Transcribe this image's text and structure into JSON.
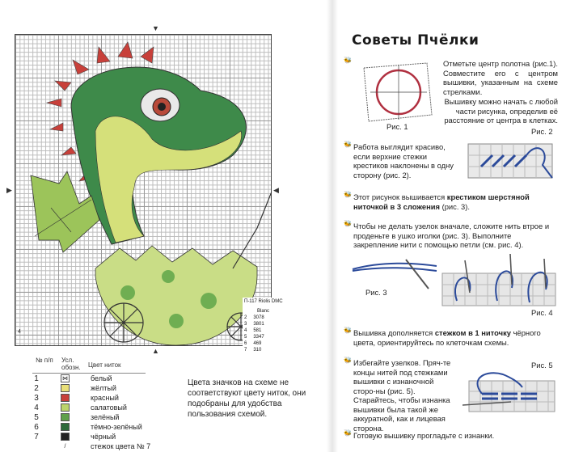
{
  "chart_code": "П-117 Riolis DMC",
  "dmc": {
    "header": "Blanc",
    "codes": [
      "3078",
      "3801",
      "581",
      "3347",
      "469",
      "310"
    ],
    "numbers": [
      "1",
      "2",
      "3",
      "4",
      "5",
      "6",
      "7"
    ]
  },
  "table": {
    "col_num": "№ п/п",
    "col_sym": "Усл. обозн.",
    "col_color": "Цвет ниток",
    "rows": [
      {
        "n": "1",
        "sym": "⋈",
        "name": "белый",
        "color": "#ffffff"
      },
      {
        "n": "2",
        "sym": "",
        "name": "жёлтый",
        "color": "#e8df78"
      },
      {
        "n": "3",
        "sym": "",
        "name": "красный",
        "color": "#c8403a"
      },
      {
        "n": "4",
        "sym": "",
        "name": "салатовый",
        "color": "#bcd46a"
      },
      {
        "n": "5",
        "sym": "",
        "name": "зелёный",
        "color": "#5fa04a"
      },
      {
        "n": "6",
        "sym": "",
        "name": "тёмно-зелёный",
        "color": "#2d6a3a"
      },
      {
        "n": "7",
        "sym": "",
        "name": "чёрный",
        "color": "#222222"
      },
      {
        "n": "",
        "sym": "/",
        "name": "стежок цвета № 7",
        "color": "#ffffff"
      }
    ]
  },
  "note_left": "Цвета значков на схеме не соответствуют цвету ниток, они подобраны для удобства пользования схемой.",
  "title": "Советы Пчёлки",
  "tips": {
    "t1": "Отметьте центр полотна (рис.1). Совместите его с центром вышивки, указанным на схеме стрелками.",
    "t1b": "Вышивку можно начать с любой части рисунка, определив её расстояние от центра в клетках.",
    "fig1": "Рис. 1",
    "t2": "Работа выглядит красиво, если верхние стежки крестиков наклонены в одну сторону (рис. 2).",
    "fig2": "Рис. 2",
    "t3a": "Этот рисунок вышивается ",
    "t3b": "крестиком шерстяной ниточкой в 3 сложения",
    "t3c": " (рис. 3).",
    "t4": "Чтобы не делать узелок вначале, сложите нить втрое и проденьте в ушко иголки (рис. 3). Выполните закрепление нити с помощью петли (см. рис. 4).",
    "fig3": "Рис. 3",
    "fig4": "Рис. 4",
    "t5a": "Вышивка дополняется ",
    "t5b": "стежком в 1 ниточку",
    "t5c": " чёрного цвета, ориентируйтесь по клеточкам схемы.",
    "t6": "Избегайте узелков. Пряч-те концы нитей под стежками вышивки с изнаночной сторо-ны (рис. 5). Старайтесь, чтобы изнанка вышивки была такой же аккуратной, как и лицевая сторона.",
    "fig5": "Рис. 5",
    "t7": "Готовую вышивку прогладьте с изнанки."
  },
  "grid_corner": "4"
}
